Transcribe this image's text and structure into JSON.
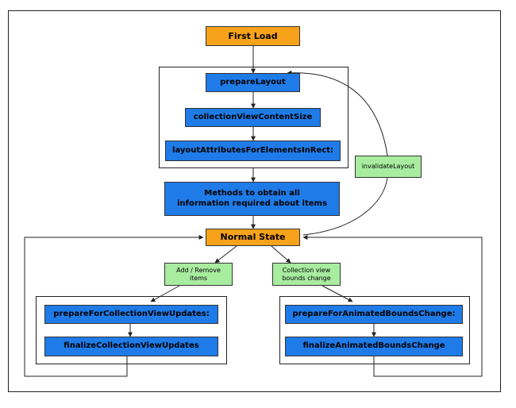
{
  "nodes": {
    "first_load": "First Load",
    "prepare_layout": "prepareLayout",
    "content_size": "collectionViewContentSize",
    "layout_attributes": "layoutAttributesForElementsInRect:",
    "methods_info": "Methods to obtain all\ninformation required about items",
    "normal_state": "Normal State",
    "add_remove": "Add / Remove\nitems",
    "bounds_change": "Collection view\nbounds change",
    "invalidate_layout": "invalidateLayout",
    "prepare_updates": "prepareForCollectionViewUpdates:",
    "finalize_updates": "finalizeCollectionViewUpdates",
    "prepare_bounds": "prepareForAnimatedBoundsChange:",
    "finalize_bounds": "finalizeAnimatedBoundsChange"
  },
  "colors": {
    "state": "#f7a21b",
    "method": "#1f7be8",
    "event": "#a8eca0"
  }
}
